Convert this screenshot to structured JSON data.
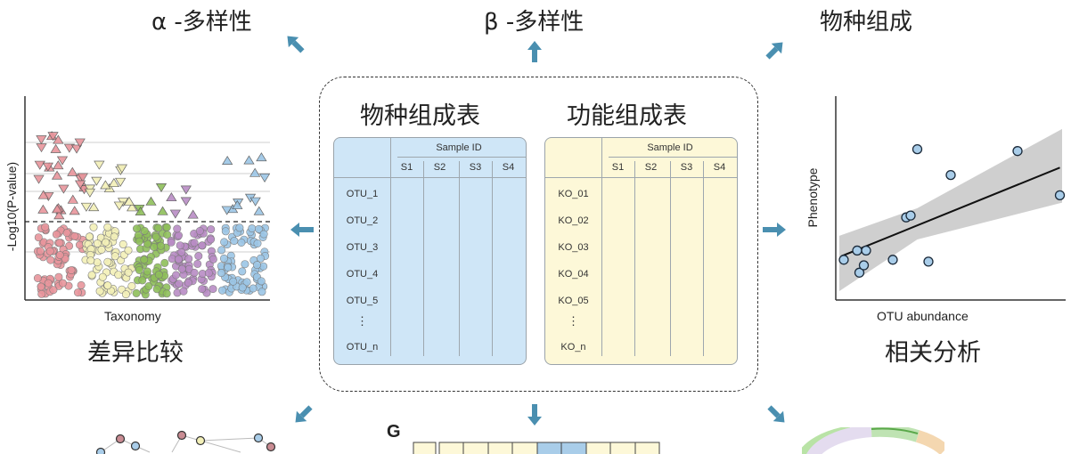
{
  "labels": {
    "alpha": "α -多样性",
    "beta": "β -多样性",
    "composition": "物种组成",
    "diff": "差异比较",
    "corr": "相关分析"
  },
  "tables": [
    {
      "title": "物种组成表",
      "theme": "blue",
      "header": "Sample ID",
      "columns": [
        "S1",
        "S2",
        "S3",
        "S4"
      ],
      "rows": [
        "OTU_1",
        "OTU_2",
        "OTU_3",
        "OTU_4",
        "OTU_5",
        "OTU_n"
      ],
      "ellipsis": "⋮"
    },
    {
      "title": "功能组成表",
      "theme": "yellow",
      "header": "Sample ID",
      "columns": [
        "S1",
        "S2",
        "S3",
        "S4"
      ],
      "rows": [
        "KO_01",
        "KO_02",
        "KO_03",
        "KO_04",
        "KO_05",
        "KO_n"
      ],
      "ellipsis": "⋮"
    }
  ],
  "manhattan": {
    "xlabel": "Taxonomy",
    "ylabel": "-Log10(P-value)",
    "group_colors": [
      "#e8959c",
      "#f3f0b8",
      "#8fbf5a",
      "#b98cc5",
      "#9cc6e6"
    ]
  },
  "correlation": {
    "xlabel": "OTU abundance",
    "ylabel": "Phenotype",
    "point_color": "#a9cde9",
    "band_color": "#cfcfcf",
    "points": [
      [
        0.02,
        0.17
      ],
      [
        0.08,
        0.22
      ],
      [
        0.09,
        0.1
      ],
      [
        0.12,
        0.22
      ],
      [
        0.24,
        0.17
      ],
      [
        0.3,
        0.4
      ],
      [
        0.32,
        0.41
      ],
      [
        0.35,
        0.77
      ],
      [
        0.4,
        0.16
      ],
      [
        0.5,
        0.63
      ],
      [
        0.8,
        0.76
      ],
      [
        0.99,
        0.52
      ],
      [
        0.11,
        0.14
      ]
    ]
  },
  "bottom": {
    "g_letter": "G"
  },
  "colors": {
    "arrow": "#4a8fb0",
    "dash": "#333333"
  }
}
